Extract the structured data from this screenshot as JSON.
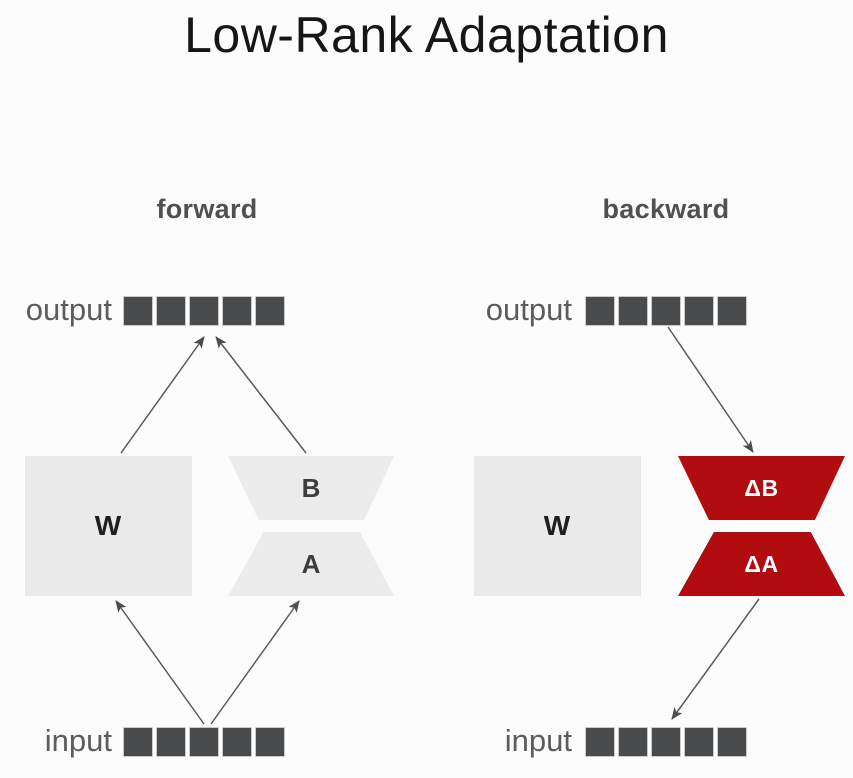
{
  "title": "Low-Rank Adaptation",
  "columns": {
    "forward": {
      "heading": "forward"
    },
    "backward": {
      "heading": "backward"
    }
  },
  "labels": {
    "output": "output",
    "input": "input"
  },
  "shapes": {
    "forward_w": "W",
    "forward_b": "B",
    "forward_a": "A",
    "backward_w": "W",
    "backward_delta_b": "ΔB",
    "backward_delta_a": "ΔA"
  },
  "vector": {
    "cells": 5
  },
  "colors": {
    "accent_red": "#b10d10",
    "box_gray": "#eaeaea",
    "cell_dark": "#4a4b4d",
    "label_gray": "#5b5c5e",
    "arrow_gray": "#5a5a5c"
  }
}
